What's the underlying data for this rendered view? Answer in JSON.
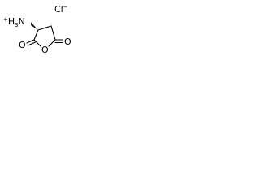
{
  "molecule": {
    "counterion": {
      "element": "Cl",
      "charge": "−"
    },
    "ammonium": {
      "charge": "+",
      "element": "H",
      "subscript": "3",
      "heteroatom": "N"
    },
    "ring_oxygen": "O",
    "carbonyl_oxygen_left": "O",
    "carbonyl_oxygen_right": "O",
    "colors": {
      "ink": "#000000",
      "background": "#ffffff"
    }
  }
}
